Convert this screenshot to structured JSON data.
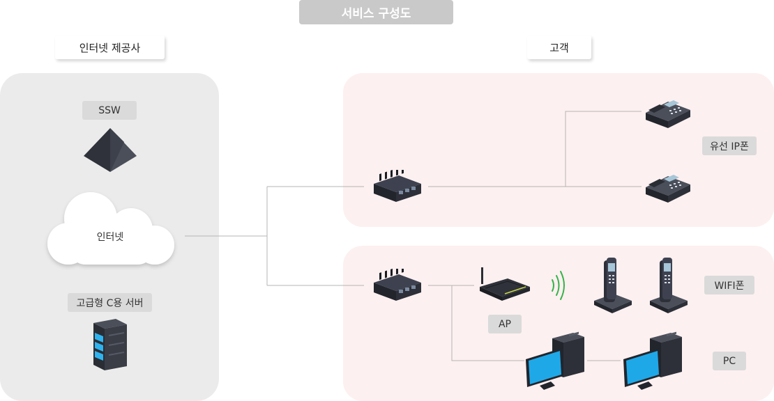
{
  "title": "서비스 구성도",
  "sections": {
    "provider": "인터넷 제공사",
    "customer": "고객"
  },
  "provider": {
    "ssw": "SSW",
    "internet": "인터넷",
    "server": "고급형 C용 서버"
  },
  "customer": {
    "wired_phone": "유선 IP폰",
    "wifi_phone": "WIFI폰",
    "ap": "AP",
    "pc": "PC"
  },
  "icons": [
    "pyramid-icon",
    "cloud-icon",
    "server-rack-icon",
    "switch-icon",
    "ip-phone-icon",
    "router-icon",
    "wifi-signal-icon",
    "cordless-phone-icon",
    "desktop-pc-icon"
  ],
  "colors": {
    "title_bg": "#c9c9c9",
    "provider_panel": "#ebebeb",
    "customer_panel": "#fdf0f0",
    "tag_bg": "#dadada",
    "connector": "#b5b5b5",
    "device_dark": "#3a3d46",
    "screen_blue": "#1fa8e8",
    "wifi_green": "#35b34a"
  }
}
